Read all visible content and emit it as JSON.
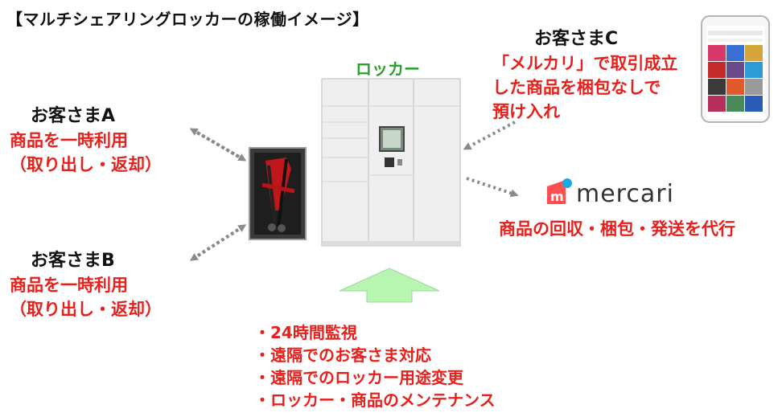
{
  "title": "【マルチシェアリングロッカーの稼働イメージ】",
  "locker_label": "ロッカー",
  "customer_a": {
    "name": "お客さまA",
    "desc": [
      "商品を一時利用",
      "（取り出し・返却）"
    ]
  },
  "customer_b": {
    "name": "お客さまB",
    "desc": [
      "商品を一時利用",
      "（取り出し・返却）"
    ]
  },
  "customer_c": {
    "name": "お客さまC",
    "desc": [
      "「メルカリ」で取引成立",
      "した商品を梱包なしで",
      "預け入れ"
    ]
  },
  "mercari": {
    "logo_text": "mercari",
    "logo_letter": "m",
    "desc": "商品の回収・梱包・発送を代行"
  },
  "bullets": [
    "・24時間監視",
    "・遠隔でのお客さま対応",
    "・遠隔でのロッカー用途変更",
    "・ロッカー・商品のメンテナンス"
  ],
  "colors": {
    "red": "#e8201c",
    "green_label": "#2ca02c",
    "arrow_green": "#b8f5b0",
    "mercari_red": "#ff4f50",
    "mercari_blue": "#1ba9e1"
  }
}
